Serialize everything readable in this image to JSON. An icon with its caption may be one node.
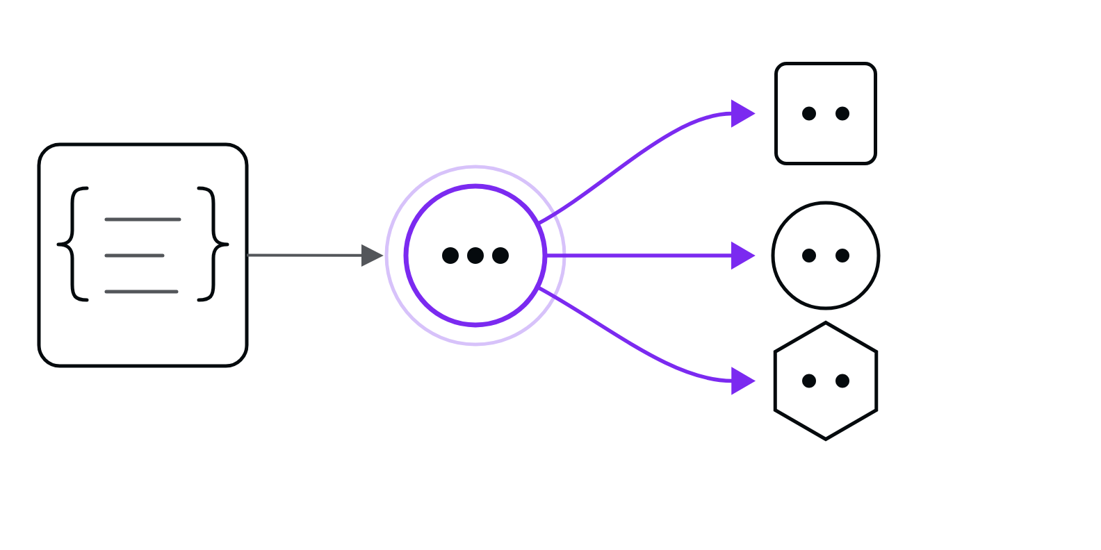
{
  "diagram": {
    "nodes": [
      {
        "text": [],
        "shape": "box"
      },
      {
        "text": [],
        "shape": "circle"
      },
      {
        "text": [],
        "shape": "box"
      },
      {
        "text": [],
        "shape": "circle"
      },
      {
        "text": [],
        "shape": "hexagon"
      }
    ],
    "edges": [
      {
        "from": 0,
        "to": 1,
        "arrow": "to",
        "color": "#53565a"
      },
      {
        "from": 1,
        "to": 2,
        "arrow": "to"
      },
      {
        "from": 1,
        "to": 3,
        "arrow": "to"
      },
      {
        "from": 1,
        "to": 4,
        "arrow": "to"
      }
    ]
  }
}
